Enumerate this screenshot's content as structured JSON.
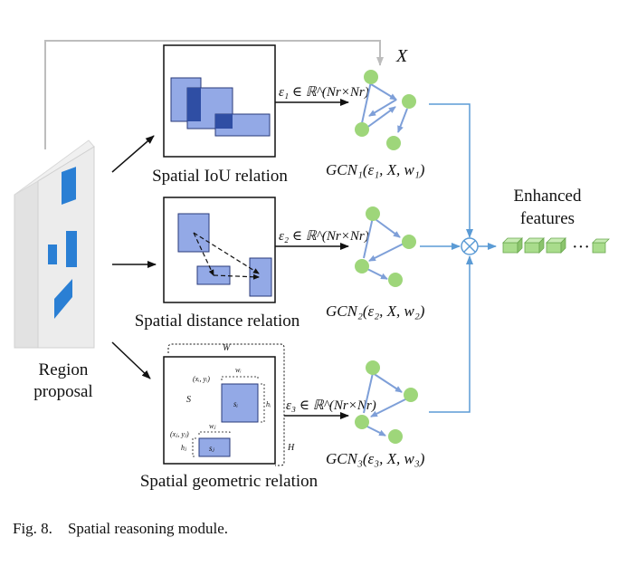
{
  "colors": {
    "box_fill": "#93a9e6",
    "box_fill_dark": "#2f4ea4",
    "box_stroke": "#2a3a7a",
    "node_fill": "#9ed67a",
    "graph_edge": "#7e9fd8",
    "flow_line": "#5b9bd5",
    "feedback_line": "#bdbdbd",
    "panel_blue": "#2a7fd4",
    "feature_cube": "#a9dc8c"
  },
  "labels": {
    "x_input": "X",
    "region_proposal_line1": "Region",
    "region_proposal_line2": "proposal",
    "iou_relation": "Spatial IoU relation",
    "distance_relation": "Spatial distance relation",
    "geometric_relation": "Spatial geometric relation",
    "enhanced_line1": "Enhanced",
    "enhanced_line2": "features",
    "ellipsis": "···"
  },
  "formulas": {
    "edge1": "ε₁ ∈ ℝ^(Nr×Nr)",
    "edge2": "ε₂ ∈ ℝ^(Nr×Nr)",
    "edge3": "ε₃ ∈ ℝ^(Nr×Nr)",
    "gcn1": "GCN₁(ε₁, X, w₁)",
    "gcn2": "GCN₂(ε₂, X, w₂)",
    "gcn3": "GCN₃(ε₃, X, w₃)"
  },
  "geometric_panel": {
    "outer_w": "W",
    "outer_h": "H",
    "region_s": "S",
    "box_i_label": "sᵢ",
    "box_j_label": "sⱼ",
    "xy_i": "(xᵢ, yᵢ)",
    "xy_j": "(xⱼ, yⱼ)",
    "w_i": "wᵢ",
    "w_j": "wⱼ",
    "h_i": "hᵢ",
    "h_j": "hⱼ"
  },
  "caption": {
    "figure_number": "Fig. 8.",
    "title": "Spatial reasoning module."
  }
}
